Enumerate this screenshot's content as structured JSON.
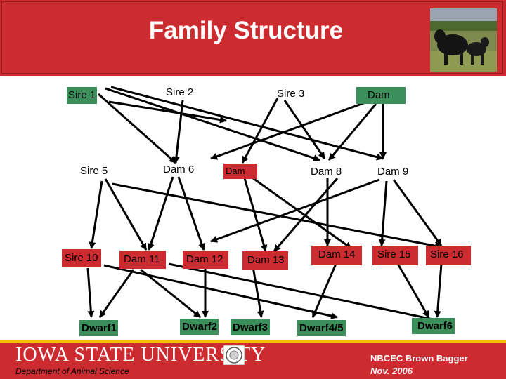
{
  "header": {
    "title": "Family Structure",
    "bg_color": "#cc2b30",
    "photo_icon": "cattle-photo"
  },
  "nodes": {
    "sire1": "Sire 1",
    "sire2": "Sire 2",
    "sire3": "Sire 3",
    "dam_top": "Dam",
    "sire5": "Sire 5",
    "dam6": "Dam 6",
    "dam_mid": "Dam",
    "dam8": "Dam 8",
    "dam9": "Dam 9",
    "sire10": "Sire 10",
    "dam11": "Dam 11",
    "dam12": "Dam 12",
    "dam13": "Dam 13",
    "dam14": "Dam 14",
    "sire15": "Sire 15",
    "sire16": "Sire 16",
    "dwarf1": "Dwarf1",
    "dwarf2": "Dwarf2",
    "dwarf3": "Dwarf3",
    "dwarf45": "Dwarf4/5",
    "dwarf6": "Dwarf6"
  },
  "colors": {
    "green_box": "#3b8f5b",
    "red_box": "#cc2b30",
    "accent_line": "#f2c200"
  },
  "footer": {
    "university": "IOWA STATE UNIVERSITY",
    "department": "Department of Animal Science",
    "credit": "NBCEC Brown Bagger",
    "date": "Nov. 2006",
    "seal_icon": "university-seal-icon"
  }
}
